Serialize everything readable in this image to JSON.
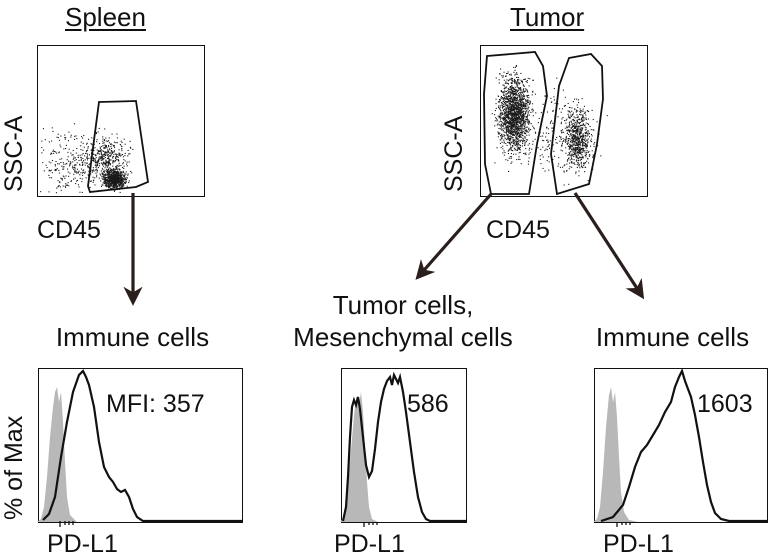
{
  "spleen": {
    "title": "Spleen",
    "scatter": {
      "x_label": "CD45",
      "y_label": "SSC-A"
    },
    "population": "Immune cells",
    "histogram": {
      "mfi_text": "MFI: 357",
      "x_label": "PD-L1",
      "y_label": "% of Max"
    }
  },
  "tumor": {
    "title": "Tumor",
    "scatter": {
      "x_label": "CD45",
      "y_label": "SSC-A"
    },
    "cd45_negative": {
      "population_line1": "Tumor cells,",
      "population_line2": "Mesenchymal cells",
      "histogram": {
        "mfi_text": "586",
        "x_label": "PD-L1"
      }
    },
    "cd45_positive": {
      "population": "Immune cells",
      "histogram": {
        "mfi_text": "1603",
        "x_label": "PD-L1"
      }
    }
  },
  "colors": {
    "isotype_fill": "#b8b8b8",
    "stain_line": "#111111",
    "arrow": "#2a1f1c",
    "dots": "#1a1a1a"
  }
}
